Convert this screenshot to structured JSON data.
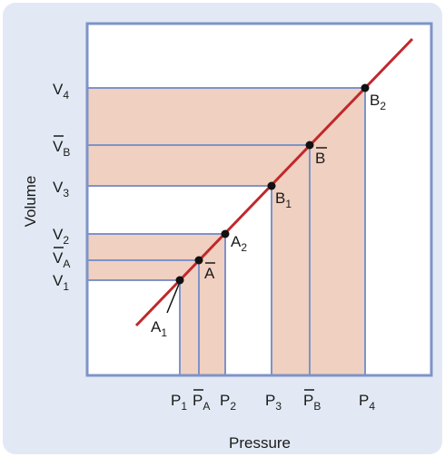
{
  "axes": {
    "x_title": "Pressure",
    "y_title": "Volume"
  },
  "y_ticks": {
    "v4": {
      "main": "V",
      "sub": "4"
    },
    "vb": {
      "main": "V",
      "sub": "B",
      "bar": true
    },
    "v3": {
      "main": "V",
      "sub": "3"
    },
    "v2": {
      "main": "V",
      "sub": "2"
    },
    "va": {
      "main": "V",
      "sub": "A",
      "bar": true
    },
    "v1": {
      "main": "V",
      "sub": "1"
    }
  },
  "x_ticks": {
    "p1": {
      "main": "P",
      "sub": "1"
    },
    "pa": {
      "main": "P",
      "sub": "A",
      "bar": true
    },
    "p2": {
      "main": "P",
      "sub": "2"
    },
    "p3": {
      "main": "P",
      "sub": "3"
    },
    "pb": {
      "main": "P",
      "sub": "B",
      "bar": true
    },
    "p4": {
      "main": "P",
      "sub": "4"
    }
  },
  "points": {
    "a1": {
      "main": "A",
      "sub": "1"
    },
    "abar": {
      "main": "A",
      "sub": "",
      "bar": true
    },
    "a2": {
      "main": "A",
      "sub": "2"
    },
    "b1": {
      "main": "B",
      "sub": "1"
    },
    "bbar": {
      "main": "B",
      "sub": "",
      "bar": true
    },
    "b2": {
      "main": "B",
      "sub": "2"
    }
  },
  "colors": {
    "panel": "#e2e9f4",
    "frame": "#7e93c9",
    "fill": "#f0d0c0",
    "line": "#c0282b",
    "dot": "#111111"
  }
}
